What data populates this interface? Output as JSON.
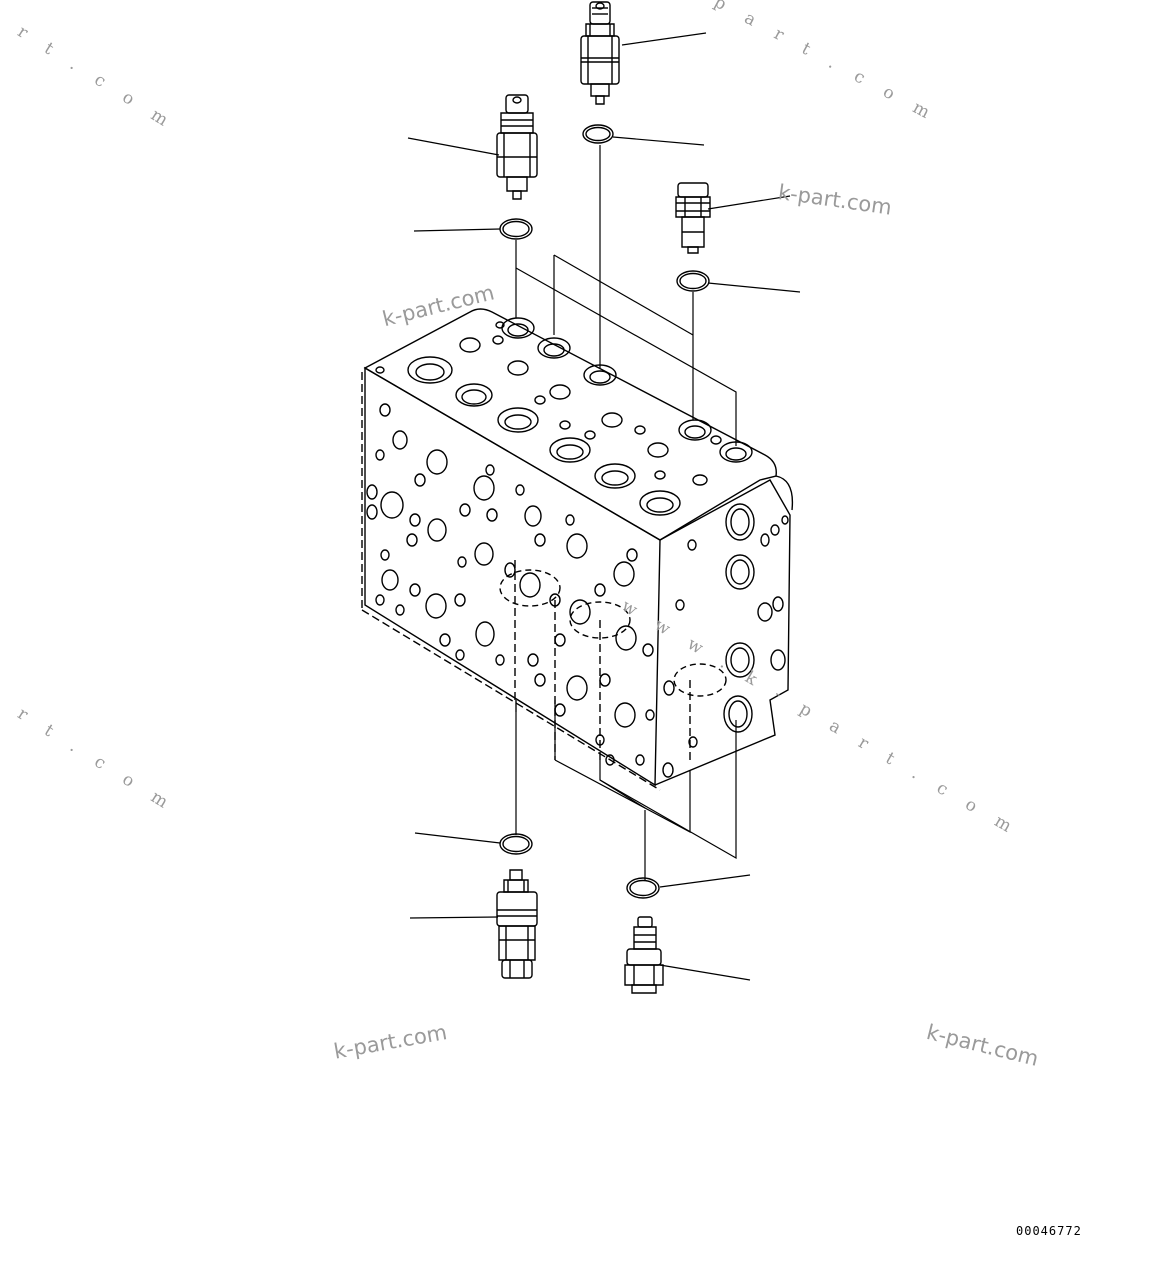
{
  "diagram": {
    "drawing_number": "00046772",
    "colors": {
      "ink": "#000000",
      "watermark": "#9a9a9a",
      "background": "#ffffff"
    },
    "watermarks": [
      "k-part.com",
      "k-part.com",
      "k-part.com",
      "k-part.com",
      "p a r t . c o m",
      "a r t . c o m",
      "a r t . c o m",
      "w w w . k - p a r t . c o m"
    ],
    "parts": [
      "relief-valve-upper-center",
      "o-ring-upper-center",
      "relief-valve-upper-left",
      "o-ring-upper-left",
      "plug-upper-right",
      "o-ring-upper-right",
      "control-valve-block",
      "o-ring-lower-left",
      "relief-valve-lower-left",
      "o-ring-lower-right",
      "relief-valve-lower-right"
    ]
  }
}
